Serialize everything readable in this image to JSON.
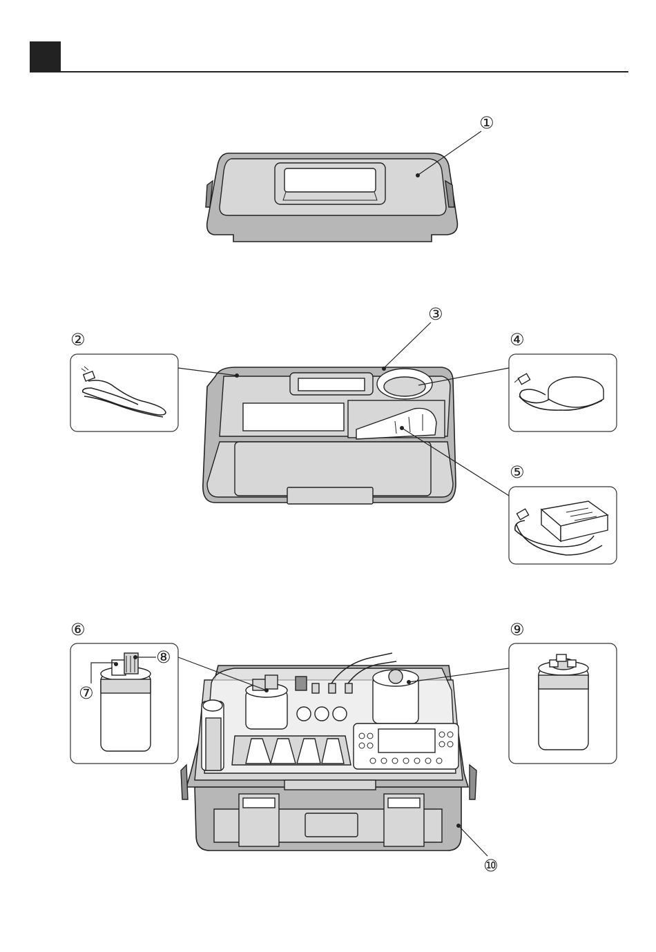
{
  "header": {
    "marker_color": "#222222",
    "rule_color": "#222222"
  },
  "callouts": [
    {
      "id": "1",
      "label": "①"
    },
    {
      "id": "2",
      "label": "②"
    },
    {
      "id": "3",
      "label": "③"
    },
    {
      "id": "4",
      "label": "④"
    },
    {
      "id": "5",
      "label": "⑤"
    },
    {
      "id": "6",
      "label": "⑥"
    },
    {
      "id": "7",
      "label": "⑦"
    },
    {
      "id": "8",
      "label": "⑧"
    },
    {
      "id": "9",
      "label": "⑨"
    },
    {
      "id": "10",
      "label": "⑩"
    }
  ],
  "colors": {
    "body_gray": "#b7b7b7",
    "light_gray": "#d7d7d7",
    "dark_gray": "#8f8f8f",
    "line": "#222222"
  }
}
